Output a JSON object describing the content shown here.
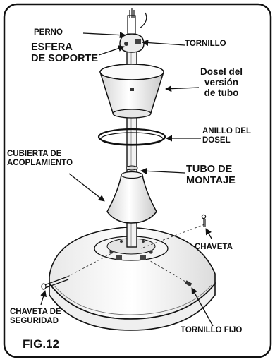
{
  "figure_label": "FIG.12",
  "callouts": {
    "perno": "PERNO",
    "esfera": "ESFERA\nDE SOPORTE",
    "tornillo": "TORNILLO",
    "dosel_version": "Dosel del\nversión\nde tubo",
    "anillo": "ANILLO DEL\nDOSEL",
    "cubierta": "CUBIERTA DE\nACOPLAMIENTO",
    "tubo": "TUBO DE\nMONTAJE",
    "chaveta": "CHAVETA",
    "chaveta_seguridad": "CHAVETA DE\nSEGURIDAD",
    "tornillo_fijo": "TORNILLO FIJO"
  },
  "colors": {
    "ink": "#111111",
    "paper": "#ffffff",
    "shade": "#d9d9d9"
  }
}
